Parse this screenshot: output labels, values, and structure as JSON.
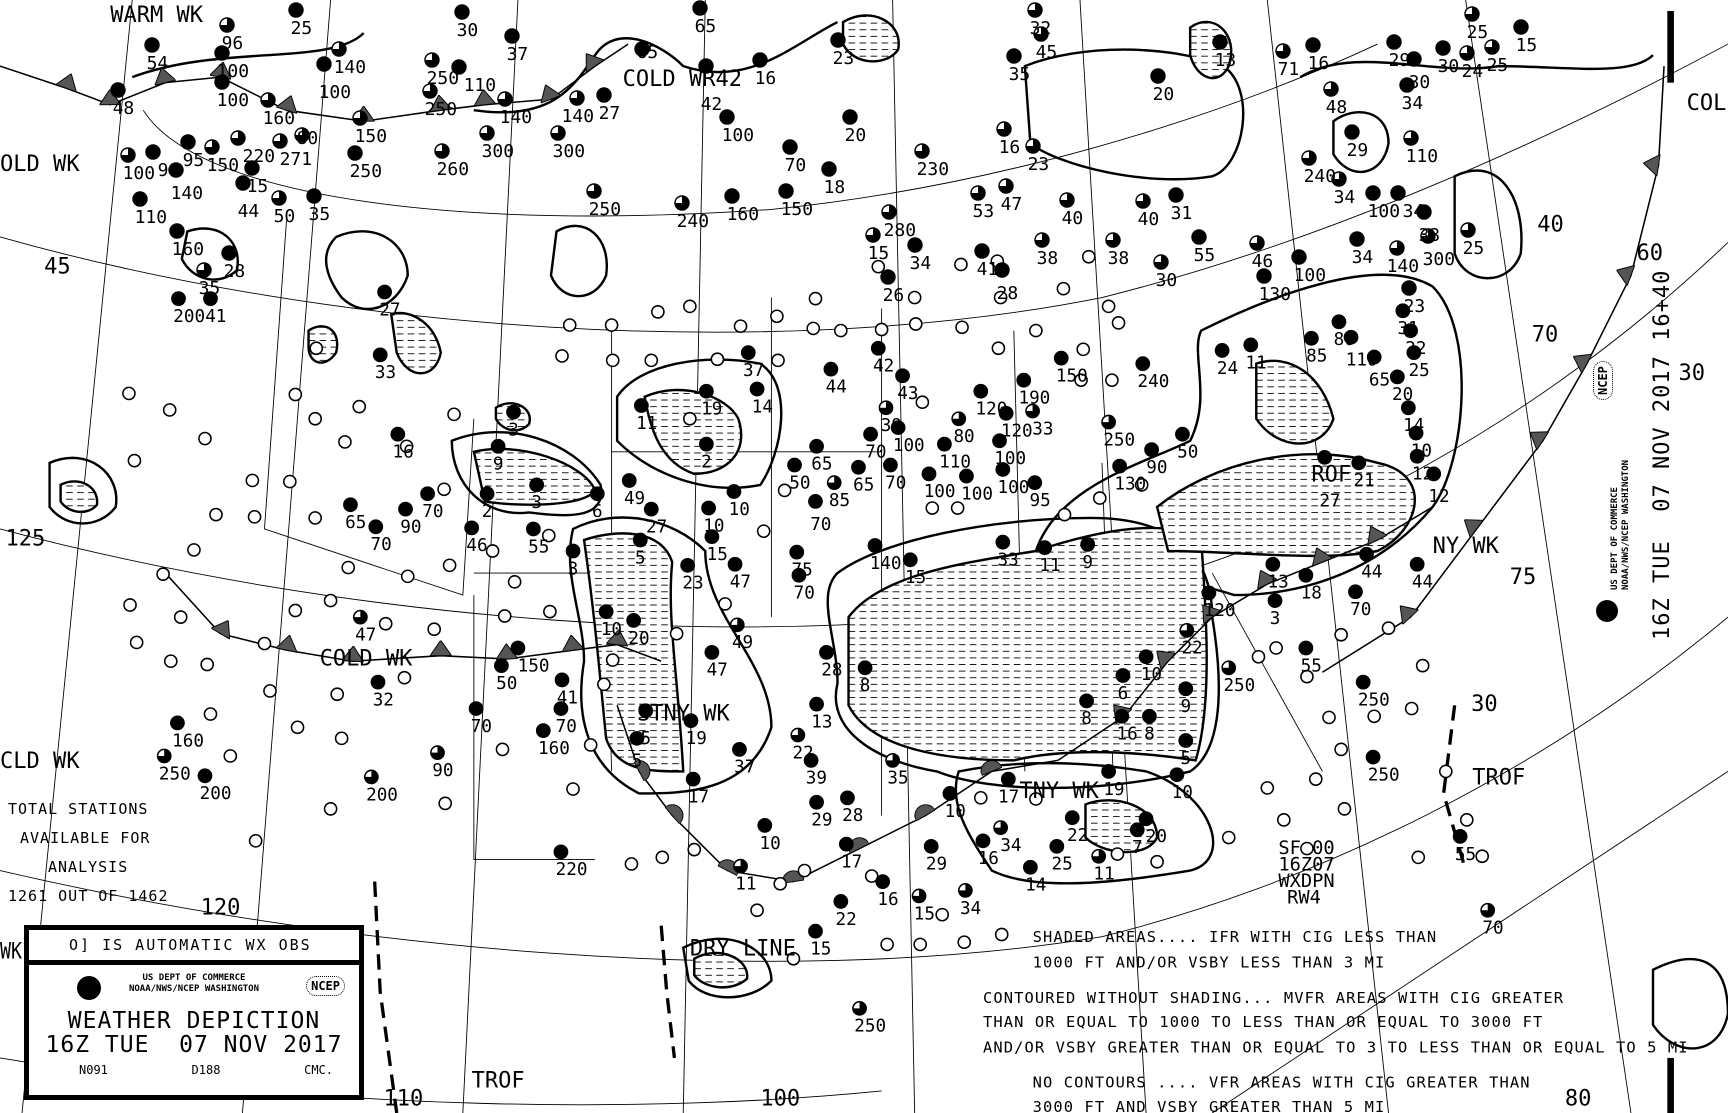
{
  "chart": {
    "title": "WEATHER DEPICTION",
    "valid_time": "16Z TUE  07 NOV 2017",
    "codes": [
      "N091",
      "D188",
      "CMC."
    ],
    "agency_line1": "US DEPT OF COMMERCE",
    "agency_line2": "NOAA/NWS/NCEP WASHINGTON",
    "ncep_logo": "NCEP",
    "noaa_logo": "NOAA"
  },
  "auto_obs_legend": "O]  IS AUTOMATIC WX OBS",
  "station_count": [
    "TOTAL STATIONS",
    "AVAILABLE FOR",
    "ANALYSIS",
    "1261 OUT OF 1462"
  ],
  "side_title": {
    "text": "16Z TUE  07 NOV 2017 16+40",
    "agency_line1": "US DEPT OF COMMERCE",
    "agency_line2": "NOAA/NWS/NCEP WASHINGTON",
    "ncep_logo": "NCEP"
  },
  "header_block": [
    "SF 00",
    "16Z07",
    "WXDPN",
    "RW4"
  ],
  "key": [
    "SHADED AREAS.... IFR WITH CIG LESS THAN",
    "1000 FT AND/OR VSBY LESS THAN 3 MI",
    "CONTOURED WITHOUT SHADING... MVFR AREAS WITH CIG GREATER",
    "THAN OR EQUAL TO 1000 TO LESS THAN OR EQUAL TO 3000 FT",
    "AND/OR VSBY GREATER THAN OR EQUAL TO 3 TO LESS THAN OR EQUAL TO 5 MI",
    "NO CONTOURS .... VFR AREAS WITH CIG GREATER THAN",
    "3000 FT AND VSBY GREATER THAN 5 MI"
  ],
  "front_labels": [
    "WARM WK",
    "OLD WK",
    "COLD WR42",
    "COLD WK",
    "STNY WK",
    "TNY WK",
    "DRY LINE",
    "TROF",
    "TROF",
    "ROF",
    "NY WK",
    "COL",
    "CLD WK",
    "WK"
  ],
  "grid_labels": [
    "45",
    "125",
    "120",
    "110",
    "100",
    "40",
    "70",
    "75",
    "30",
    "80",
    "60",
    "30"
  ],
  "stations": [
    "54",
    "96",
    "100",
    "100",
    "48",
    "160",
    "100",
    "90",
    "95",
    "140",
    "150",
    "220",
    "271",
    "80",
    "15",
    "44",
    "50",
    "35",
    "110",
    "160",
    "28",
    "35",
    "140",
    "100",
    "250",
    "110",
    "250",
    "150",
    "300",
    "260",
    "250",
    "140",
    "25",
    "30",
    "37",
    "65",
    "65",
    "27",
    "140",
    "300",
    "250",
    "42",
    "100",
    "16",
    "23",
    "70",
    "20",
    "18",
    "240",
    "160",
    "150",
    "230",
    "16",
    "23",
    "53",
    "47",
    "280",
    "15",
    "34",
    "26",
    "41",
    "28",
    "38",
    "40",
    "32",
    "45",
    "35",
    "13",
    "20",
    "71",
    "16",
    "29",
    "30",
    "30",
    "24",
    "25",
    "25",
    "15",
    "34",
    "48",
    "29",
    "110",
    "240",
    "34",
    "100",
    "34",
    "33",
    "25",
    "31",
    "40",
    "38",
    "30",
    "55",
    "46",
    "300",
    "140",
    "34",
    "100",
    "130",
    "23",
    "41",
    "200",
    "27",
    "33",
    "16",
    "3",
    "9",
    "2",
    "3",
    "37",
    "11",
    "19",
    "14",
    "2",
    "44",
    "42",
    "43",
    "39",
    "100",
    "70",
    "110",
    "80",
    "100",
    "120",
    "190",
    "120",
    "33",
    "150",
    "240",
    "250",
    "90",
    "50",
    "130",
    "95",
    "100",
    "100",
    "100",
    "65",
    "50",
    "65",
    "70",
    "85",
    "70",
    "10",
    "10",
    "15",
    "23",
    "27",
    "5",
    "3",
    "6",
    "49",
    "47",
    "75",
    "70",
    "140",
    "15",
    "33",
    "11",
    "9",
    "65",
    "70",
    "90",
    "70",
    "46",
    "55",
    "47",
    "32",
    "160",
    "250",
    "200",
    "70",
    "90",
    "200",
    "50",
    "150",
    "41",
    "70",
    "160",
    "10",
    "20",
    "49",
    "47",
    "28",
    "8",
    "13",
    "22",
    "39",
    "37",
    "17",
    "19",
    "5",
    "5",
    "220",
    "11",
    "10",
    "29",
    "28",
    "17",
    "16",
    "22",
    "15",
    "15",
    "34",
    "14",
    "11",
    "29",
    "16",
    "34",
    "25",
    "22",
    "17",
    "35",
    "10",
    "19",
    "10",
    "7",
    "20",
    "10",
    "6",
    "8",
    "16",
    "8",
    "9",
    "5",
    "250",
    "22",
    "120",
    "55",
    "70",
    "250",
    "250",
    "44",
    "44",
    "18",
    "13",
    "3",
    "55",
    "70",
    "250",
    "85",
    "80",
    "110",
    "65",
    "25",
    "22",
    "31",
    "20",
    "14",
    "10",
    "12",
    "12",
    "21",
    "27",
    "24",
    "11"
  ]
}
